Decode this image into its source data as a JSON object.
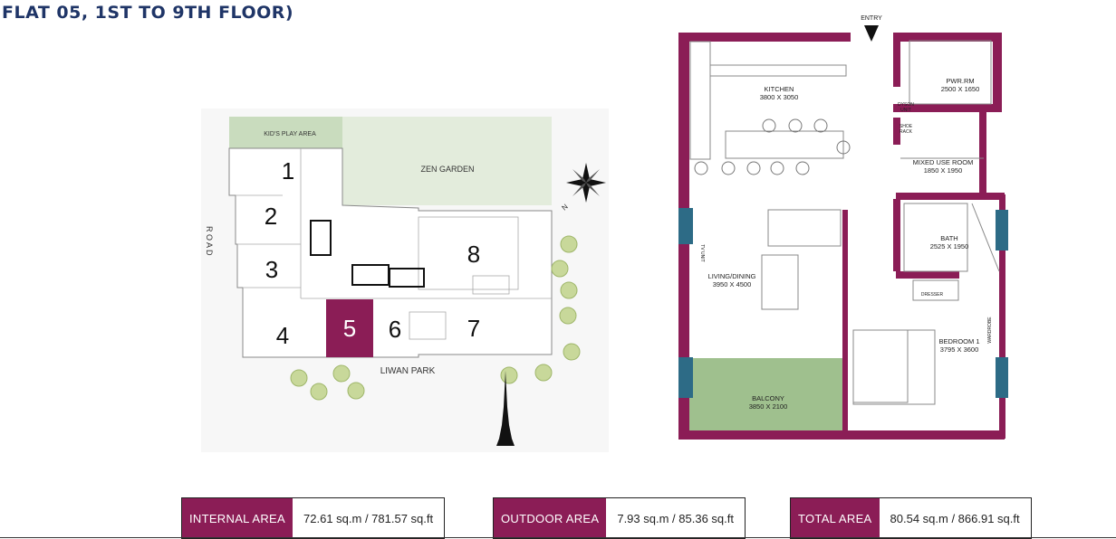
{
  "title": "FLAT 05, 1ST TO 9TH FLOOR)",
  "site_plan": {
    "kids_play_area": "KID'S PLAY AREA",
    "zen_garden": "ZEN GARDEN",
    "road": "R O A D",
    "liwan_park": "LIWAN PARK",
    "north": "N",
    "units": [
      "1",
      "2",
      "3",
      "4",
      "5",
      "6",
      "7",
      "8"
    ],
    "highlight_color": "#8b1d56"
  },
  "floor_plan": {
    "entry": "ENTRY",
    "kitchen": {
      "name": "KITCHEN",
      "size": "3800 X 3050"
    },
    "pwr_rm": {
      "name": "PWR.RM",
      "size": "2500 X 1650"
    },
    "dyson_unit": [
      "DYSON",
      "UNIT"
    ],
    "shoe_rack": [
      "SHOE",
      "RACK"
    ],
    "mixed_use": {
      "name": "MIXED USE ROOM",
      "size": "1850 X 1950"
    },
    "bath": {
      "name": "BATH",
      "size": "2525 X 1950"
    },
    "living": {
      "name": "LIVING/DINING",
      "size": "3950 X 4500"
    },
    "tv_unit": "TV UNIT",
    "dresser": "DRESSER",
    "wardrobe": "WARDROBE",
    "bedroom": {
      "name": "BEDROOM 1",
      "size": "3795 X 3600"
    },
    "balcony": {
      "name": "BALCONY",
      "size": "3850 X 2100"
    },
    "wall_color": "#8b1d56",
    "window_color": "#2d6b86",
    "balcony_color": "#9fc08e"
  },
  "areas": [
    {
      "label": "INTERNAL AREA",
      "value": "72.61 sq.m / 781.57 sq.ft"
    },
    {
      "label": "OUTDOOR AREA",
      "value": "7.93 sq.m / 85.36 sq.ft"
    },
    {
      "label": "TOTAL AREA",
      "value": "80.54 sq.m / 866.91 sq.ft"
    }
  ]
}
